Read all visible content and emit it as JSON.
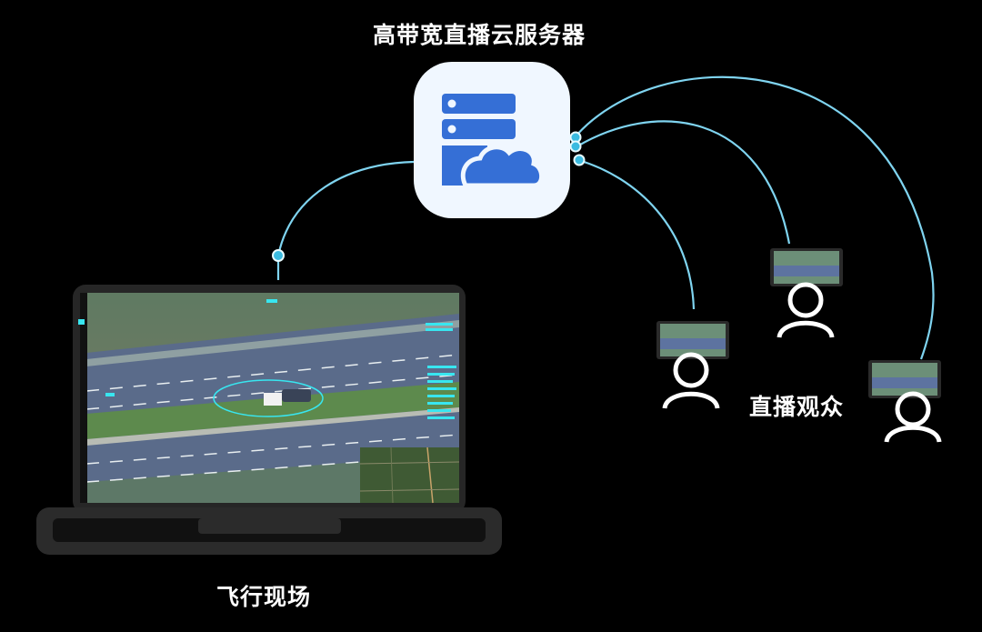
{
  "server": {
    "label": "高带宽直播云服务器",
    "icon": "server-cloud-icon"
  },
  "audience": {
    "label": "直播观众",
    "count": 3,
    "icon": "user-icon"
  },
  "field": {
    "label": "飞行现场",
    "icon": "laptop-icon"
  },
  "colors": {
    "link": "#7fd4f0",
    "node": "#3bbbe0",
    "server_icon": "#356fd6",
    "server_bg": "#f0f7ff",
    "hud": "#38e6f0"
  }
}
